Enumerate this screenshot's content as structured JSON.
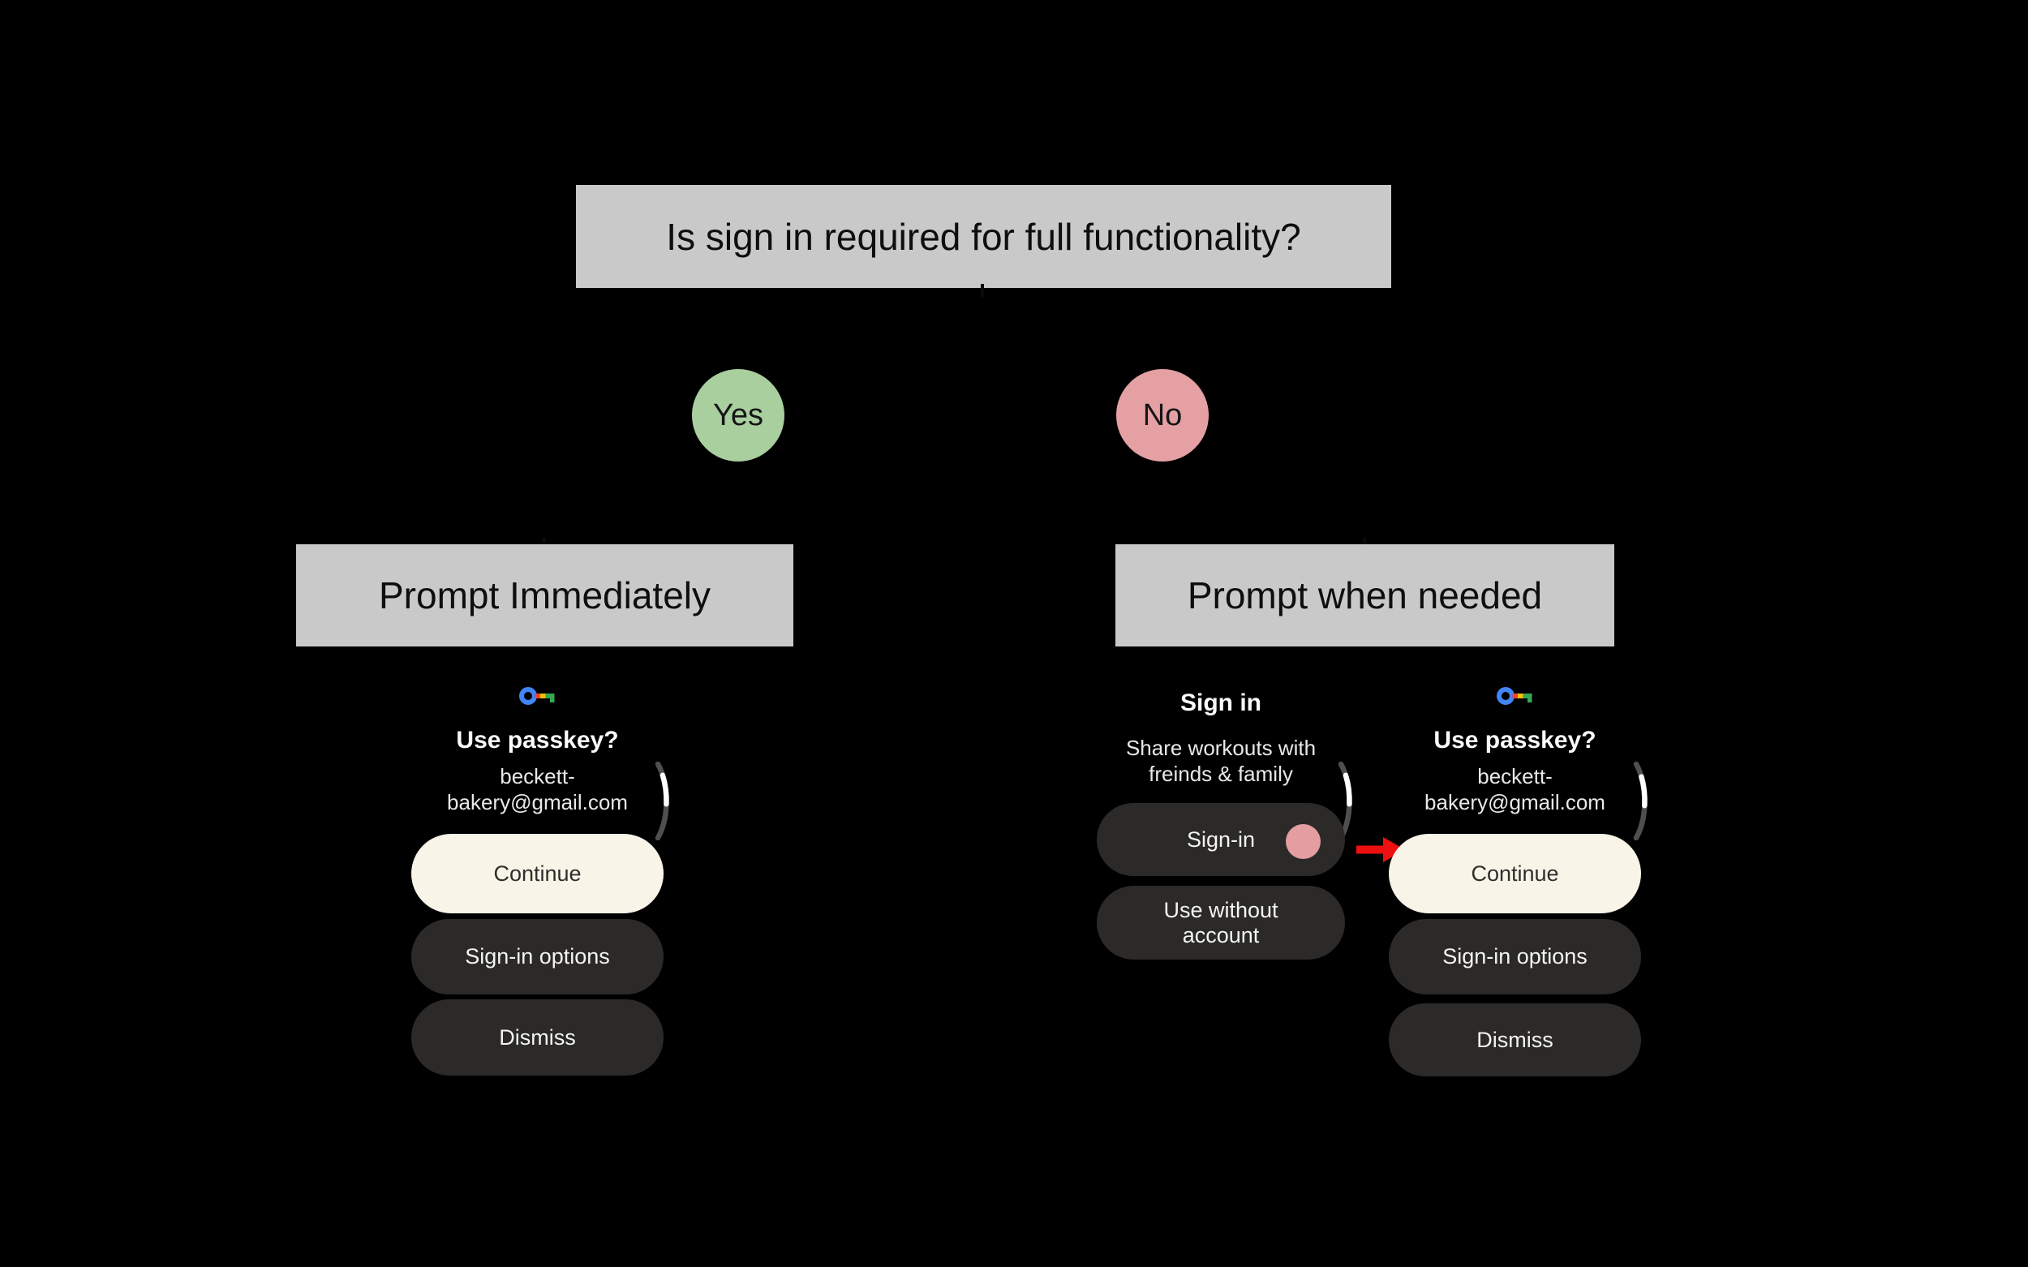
{
  "colors": {
    "background": "#000000",
    "node_box_gray": "#c9c9c9",
    "yes_green": "#a9cf9f",
    "no_pink": "#e5a0a3",
    "cream_button": "#f8f4e7",
    "dark_button": "#2b2a28",
    "arrow_red": "#ee1010",
    "tap_indicator_pink": "#e49da1",
    "passkey_blue": "#4285f4",
    "passkey_red": "#ea4335",
    "passkey_yellow": "#fbbc04",
    "passkey_green": "#34a853"
  },
  "flowchart": {
    "question": "Is sign in required for full functionality?",
    "yes_label": "Yes",
    "no_label": "No",
    "yes_branch_title": "Prompt Immediately",
    "no_branch_title": "Prompt when needed"
  },
  "passkey_screen_immediate": {
    "icon": "passkey-key-icon",
    "title": "Use passkey?",
    "email_line1": "beckett-",
    "email_line2": "bakery@gmail.com",
    "continue_label": "Continue",
    "signin_options_label": "Sign-in options",
    "dismiss_label": "Dismiss"
  },
  "signin_screen": {
    "title": "Sign in",
    "subtitle_line1": "Share workouts with",
    "subtitle_line2": "freinds & family",
    "signin_label": "Sign-in",
    "use_without_account_line1": "Use without",
    "use_without_account_line2": "account"
  },
  "passkey_screen_when_needed": {
    "icon": "passkey-key-icon",
    "title": "Use passkey?",
    "email_line1": "beckett-",
    "email_line2": "bakery@gmail.com",
    "continue_label": "Continue",
    "signin_options_label": "Sign-in options",
    "dismiss_label": "Dismiss"
  }
}
